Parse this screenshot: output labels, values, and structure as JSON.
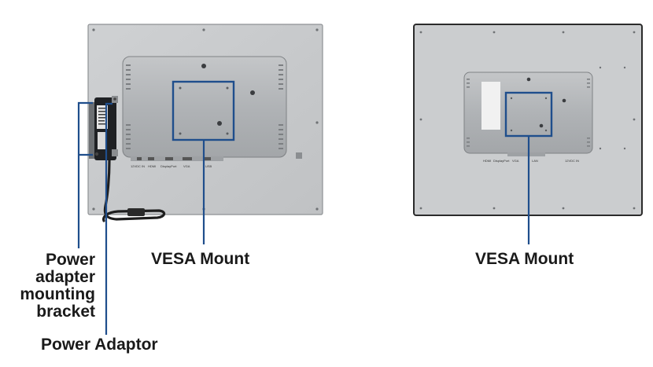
{
  "labels": {
    "vesa_mount_left": "VESA Mount",
    "vesa_mount_right": "VESA Mount",
    "bracket_line1": "Power",
    "bracket_line2": "adapter",
    "bracket_line3": "mounting",
    "bracket_line4": "bracket",
    "power_adaptor": "Power Adaptor"
  },
  "colors": {
    "callout": "#1f4e8c",
    "panel": "#c7c9cb",
    "panel_edge": "#8e9194",
    "frame_right": "#2b2b2b",
    "box": "#b3b6b9",
    "text": "#1a1a1a"
  },
  "port_labels_left": [
    "12VDC IN",
    "HDMI",
    "DisplayPort",
    "VGA",
    "USB"
  ],
  "port_labels_right": [
    "HDMI",
    "DisplayPort",
    "VGA",
    "LAN",
    "12VDC IN"
  ]
}
